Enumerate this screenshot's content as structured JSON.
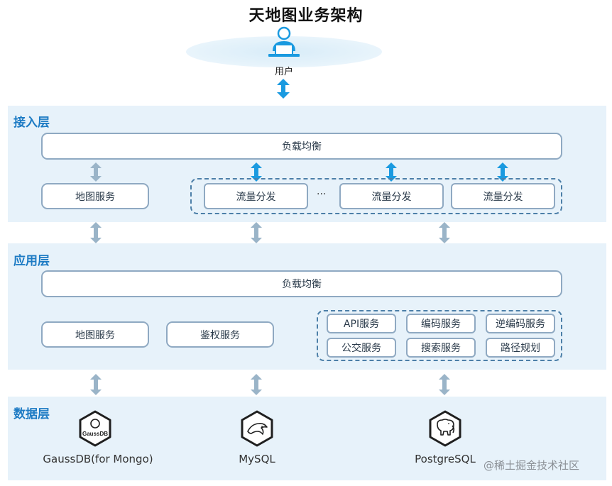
{
  "title": "天地图业务架构",
  "user": {
    "label": "用户"
  },
  "access_layer": {
    "title": "接入层",
    "load_balancer": "负载均衡",
    "map_service": "地图服务",
    "traffic_dispatch": [
      "流量分发",
      "流量分发",
      "流量分发"
    ],
    "ellipsis": "···"
  },
  "application_layer": {
    "title": "应用层",
    "load_balancer": "负载均衡",
    "map_service": "地图服务",
    "auth_service": "鉴权服务",
    "services": [
      "API服务",
      "编码服务",
      "逆编码服务",
      "公交服务",
      "搜索服务",
      "路径规划"
    ]
  },
  "data_layer": {
    "title": "数据层",
    "databases": [
      {
        "name": "GaussDB(for Mongo)",
        "logo_text": "GaussDB",
        "icon": "gaussdb-icon"
      },
      {
        "name": "MySQL",
        "icon": "mysql-dolphin-icon"
      },
      {
        "name": "PostgreSQL",
        "icon": "postgresql-elephant-icon"
      }
    ]
  },
  "watermark": "@稀土掘金技术社区",
  "colors": {
    "layer_bg": "#e7f2fa",
    "layer_title": "#1d7bc4",
    "arrow_bright": "#1a9ae0",
    "arrow_muted": "#9ab4c8",
    "box_border": "#8fa9c2"
  }
}
